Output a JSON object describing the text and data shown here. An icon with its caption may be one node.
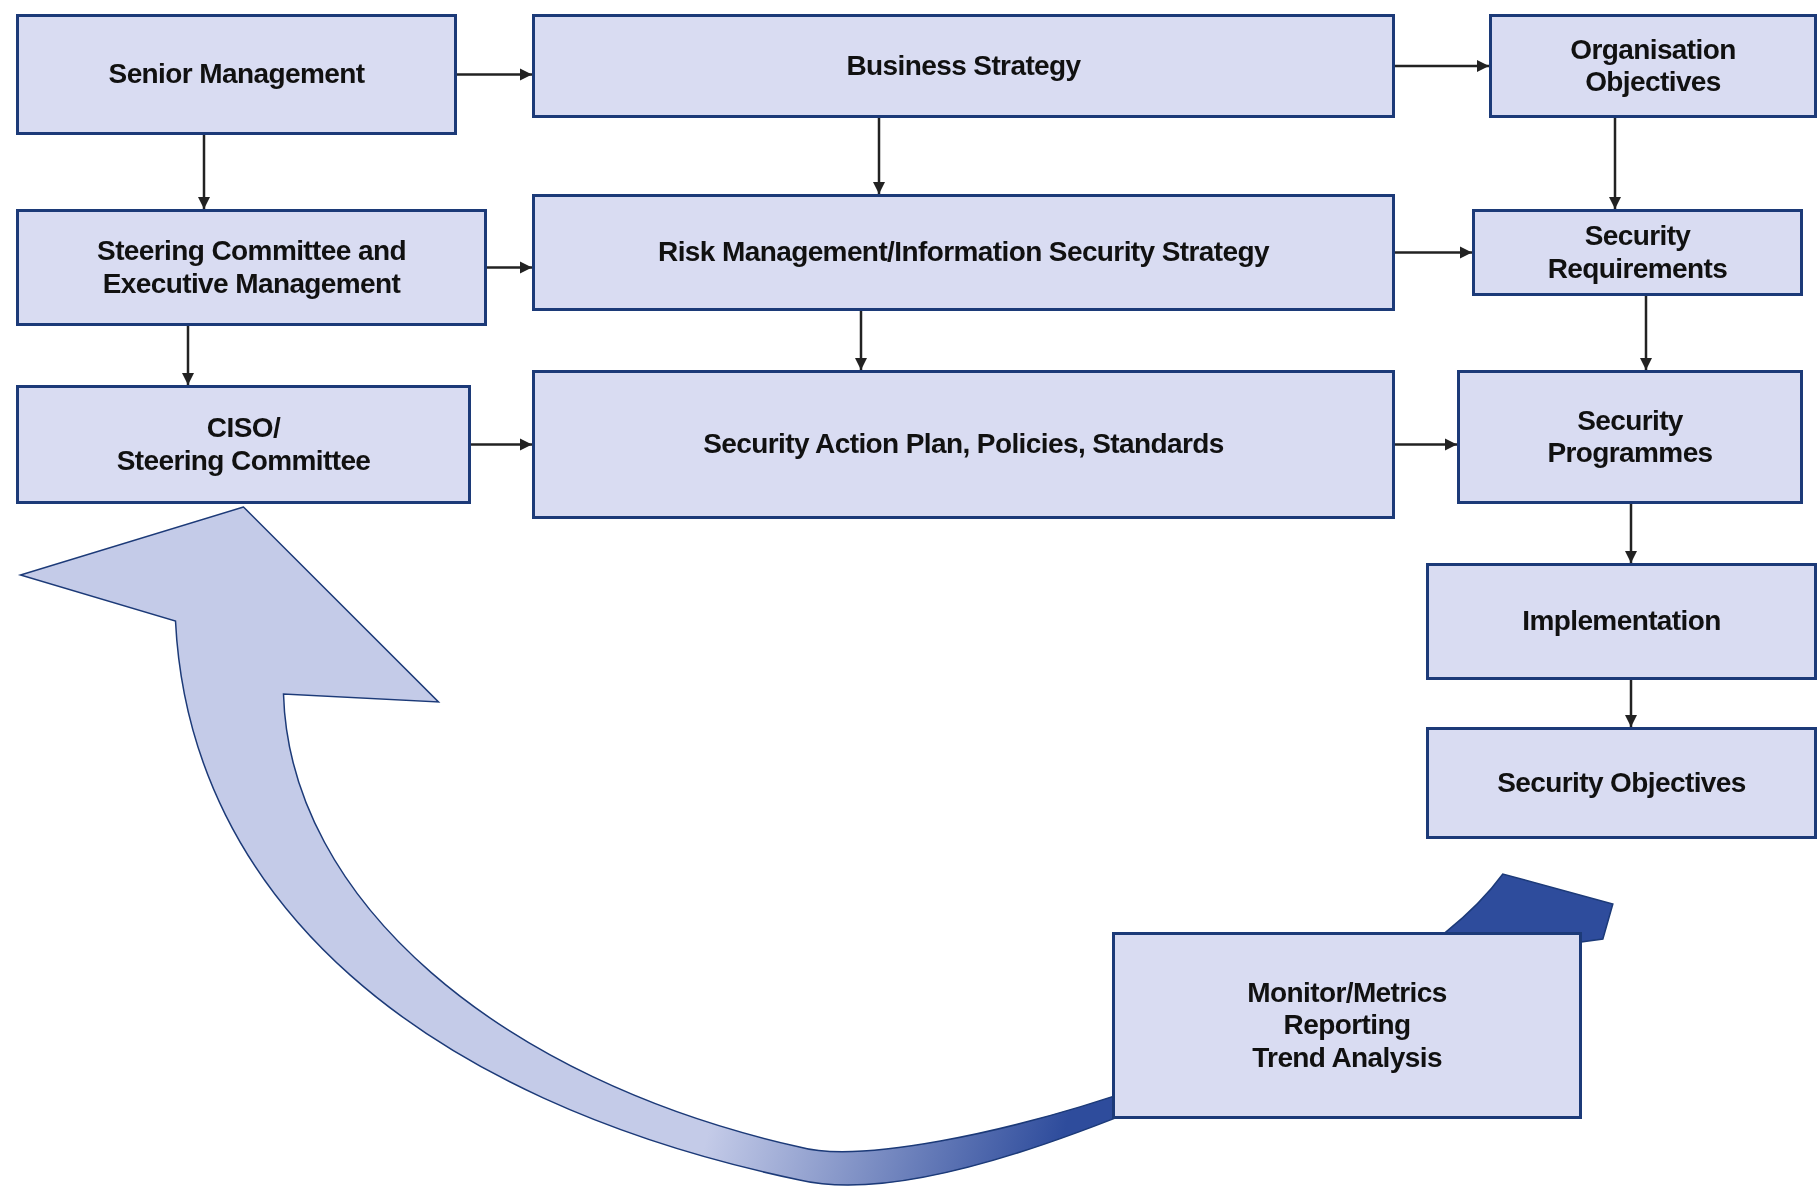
{
  "diagram": {
    "nodes": [
      {
        "text": [
          "Senior Management"
        ]
      },
      {
        "text": [
          "Business Strategy"
        ]
      },
      {
        "text": [
          "Organisation Objectives"
        ]
      },
      {
        "text": [
          "Steering Committee and Executive Management"
        ]
      },
      {
        "text": [
          "Risk Management/Information Security Strategy"
        ]
      },
      {
        "text": [
          "Security Requirements"
        ]
      },
      {
        "text": [
          "CISO/ Steering Committee"
        ]
      },
      {
        "text": [
          "Security Action Plan, Policies, Standards"
        ]
      },
      {
        "text": [
          "Security Programmes"
        ]
      },
      {
        "text": [
          "Implementation"
        ]
      },
      {
        "text": [
          "Security Objectives"
        ]
      },
      {
        "text": [
          "Monitor/Metrics Reporting Trend Analysis"
        ]
      }
    ],
    "edges": [
      {
        "from": 0,
        "to": 1,
        "arrow": "to"
      },
      {
        "from": 1,
        "to": 2,
        "arrow": "to"
      },
      {
        "from": 0,
        "to": 3,
        "arrow": "to"
      },
      {
        "from": 1,
        "to": 4,
        "arrow": "to"
      },
      {
        "from": 2,
        "to": 5,
        "arrow": "to"
      },
      {
        "from": 3,
        "to": 4,
        "arrow": "to"
      },
      {
        "from": 4,
        "to": 5,
        "arrow": "to"
      },
      {
        "from": 3,
        "to": 6,
        "arrow": "to"
      },
      {
        "from": 4,
        "to": 7,
        "arrow": "to"
      },
      {
        "from": 5,
        "to": 8,
        "arrow": "to"
      },
      {
        "from": 6,
        "to": 7,
        "arrow": "to"
      },
      {
        "from": 7,
        "to": 8,
        "arrow": "to"
      },
      {
        "from": 8,
        "to": 9,
        "arrow": "to"
      },
      {
        "from": 9,
        "to": 10,
        "arrow": "to"
      },
      {
        "from": 10,
        "to": 6,
        "arrow": "to",
        "style": "thick",
        "color": "#2e4c9c"
      }
    ]
  }
}
